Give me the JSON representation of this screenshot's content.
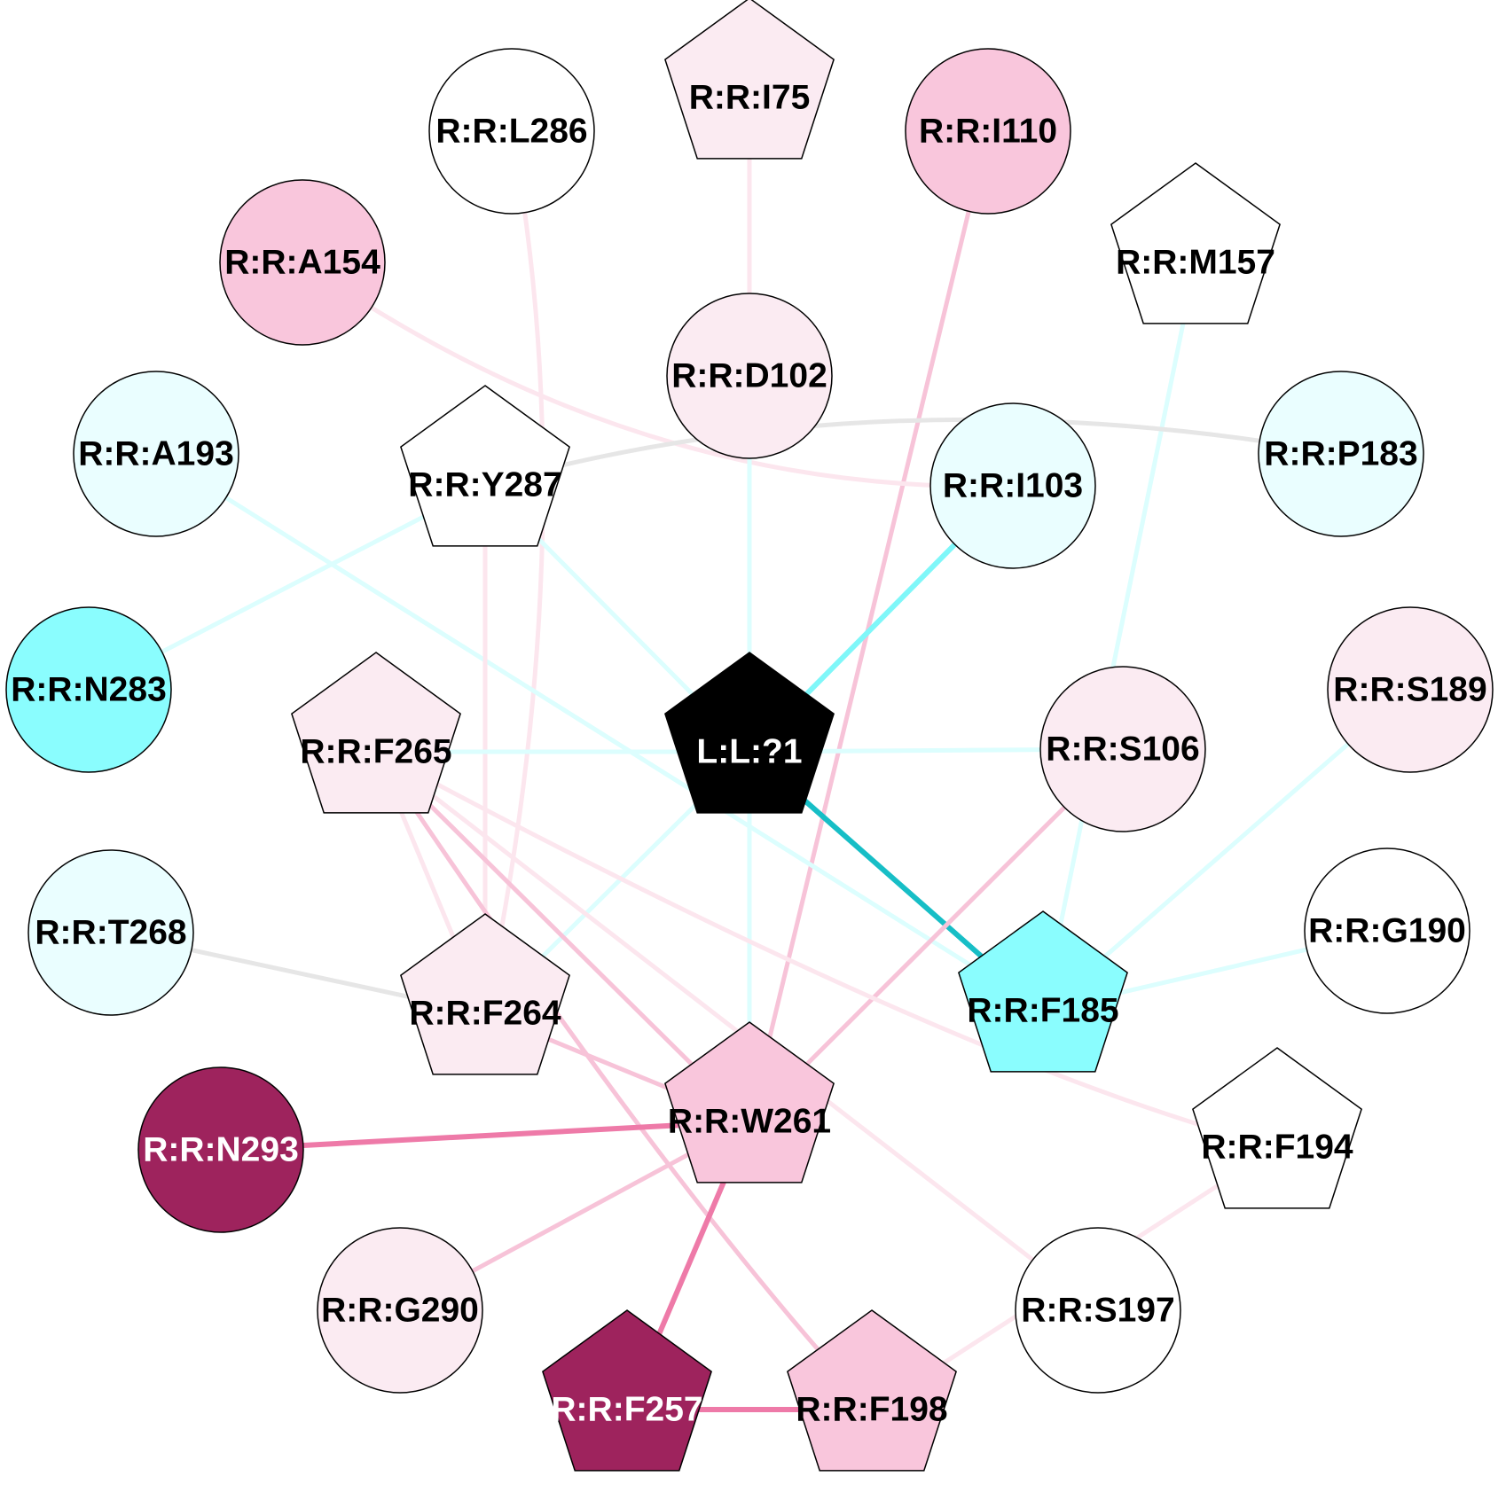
{
  "colors": {
    "white": "#ffffff",
    "pale_pink": "#fbebf2",
    "pink": "#f9c6dc",
    "dark_magenta": "#9e235d",
    "pale_cyan": "#eafeff",
    "cyan": "#8afdfe",
    "black": "#000000",
    "edge_grey": "#e6e6e6",
    "edge_pale_pink": "#fce6ee",
    "edge_pink": "#f7c3d8",
    "edge_hot_pink": "#ee7aa8",
    "edge_pale_cyan": "#dcfefe",
    "edge_cyan": "#7ff7f9",
    "edge_teal": "#17bec6"
  },
  "nodes": [
    {
      "id": "I75",
      "label": "R:R:I75",
      "shape": "pentagon",
      "fill": "pale_pink"
    },
    {
      "id": "L286",
      "label": "R:R:L286",
      "shape": "circle",
      "fill": "white"
    },
    {
      "id": "I110",
      "label": "R:R:I110",
      "shape": "circle",
      "fill": "pink"
    },
    {
      "id": "A154",
      "label": "R:R:A154",
      "shape": "circle",
      "fill": "pink"
    },
    {
      "id": "M157",
      "label": "R:R:M157",
      "shape": "pentagon",
      "fill": "white"
    },
    {
      "id": "D102",
      "label": "R:R:D102",
      "shape": "circle",
      "fill": "pale_pink"
    },
    {
      "id": "A193",
      "label": "R:R:A193",
      "shape": "circle",
      "fill": "pale_cyan"
    },
    {
      "id": "Y287",
      "label": "R:R:Y287",
      "shape": "pentagon",
      "fill": "white"
    },
    {
      "id": "I103",
      "label": "R:R:I103",
      "shape": "circle",
      "fill": "pale_cyan"
    },
    {
      "id": "P183",
      "label": "R:R:P183",
      "shape": "circle",
      "fill": "pale_cyan"
    },
    {
      "id": "N283",
      "label": "R:R:N283",
      "shape": "circle",
      "fill": "cyan"
    },
    {
      "id": "S189",
      "label": "R:R:S189",
      "shape": "circle",
      "fill": "pale_pink"
    },
    {
      "id": "F265",
      "label": "R:R:F265",
      "shape": "pentagon",
      "fill": "pale_pink"
    },
    {
      "id": "L1",
      "label": "L:L:?1",
      "shape": "pentagon",
      "fill": "black",
      "text_color": "white"
    },
    {
      "id": "S106",
      "label": "R:R:S106",
      "shape": "circle",
      "fill": "pale_pink"
    },
    {
      "id": "T268",
      "label": "R:R:T268",
      "shape": "circle",
      "fill": "pale_cyan"
    },
    {
      "id": "G190",
      "label": "R:R:G190",
      "shape": "circle",
      "fill": "white"
    },
    {
      "id": "F264",
      "label": "R:R:F264",
      "shape": "pentagon",
      "fill": "pale_pink"
    },
    {
      "id": "F185",
      "label": "R:R:F185",
      "shape": "pentagon",
      "fill": "cyan"
    },
    {
      "id": "N293",
      "label": "R:R:N293",
      "shape": "circle",
      "fill": "dark_magenta",
      "text_color": "white"
    },
    {
      "id": "W261",
      "label": "R:R:W261",
      "shape": "pentagon",
      "fill": "pink"
    },
    {
      "id": "F194",
      "label": "R:R:F194",
      "shape": "pentagon",
      "fill": "white"
    },
    {
      "id": "G290",
      "label": "R:R:G290",
      "shape": "circle",
      "fill": "pale_pink"
    },
    {
      "id": "S197",
      "label": "R:R:S197",
      "shape": "circle",
      "fill": "white"
    },
    {
      "id": "F257",
      "label": "R:R:F257",
      "shape": "pentagon",
      "fill": "dark_magenta",
      "text_color": "white"
    },
    {
      "id": "F198",
      "label": "R:R:F198",
      "shape": "pentagon",
      "fill": "pink"
    }
  ],
  "edges": [
    {
      "source": "I75",
      "target": "D102",
      "color": "edge_pale_pink"
    },
    {
      "source": "L286",
      "target": "F264",
      "color": "edge_pale_pink"
    },
    {
      "source": "I110",
      "target": "W261",
      "color": "edge_pink"
    },
    {
      "source": "A154",
      "target": "I103",
      "color": "edge_pale_pink"
    },
    {
      "source": "M157",
      "target": "F185",
      "color": "edge_pale_cyan"
    },
    {
      "source": "D102",
      "target": "L1",
      "color": "edge_pale_cyan"
    },
    {
      "source": "A193",
      "target": "F185",
      "color": "edge_pale_cyan"
    },
    {
      "source": "Y287",
      "target": "P183",
      "color": "edge_grey"
    },
    {
      "source": "Y287",
      "target": "L1",
      "color": "edge_pale_cyan"
    },
    {
      "source": "Y287",
      "target": "N283",
      "color": "edge_pale_cyan"
    },
    {
      "source": "Y287",
      "target": "F264",
      "color": "edge_pale_pink"
    },
    {
      "source": "I103",
      "target": "L1",
      "color": "edge_cyan"
    },
    {
      "source": "F265",
      "target": "L1",
      "color": "edge_pale_cyan"
    },
    {
      "source": "L1",
      "target": "S106",
      "color": "edge_pale_cyan"
    },
    {
      "source": "L1",
      "target": "F185",
      "color": "edge_teal"
    },
    {
      "source": "L1",
      "target": "F264",
      "color": "edge_pale_cyan"
    },
    {
      "source": "L1",
      "target": "W261",
      "color": "edge_pale_cyan"
    },
    {
      "source": "S189",
      "target": "F185",
      "color": "edge_pale_cyan"
    },
    {
      "source": "G190",
      "target": "F185",
      "color": "edge_pale_cyan"
    },
    {
      "source": "S106",
      "target": "W261",
      "color": "edge_pink"
    },
    {
      "source": "T268",
      "target": "F264",
      "color": "edge_grey"
    },
    {
      "source": "F265",
      "target": "F264",
      "color": "edge_pale_pink"
    },
    {
      "source": "F265",
      "target": "W261",
      "color": "edge_pink"
    },
    {
      "source": "F265",
      "target": "F198",
      "color": "edge_pink"
    },
    {
      "source": "F265",
      "target": "F194",
      "color": "edge_pale_pink"
    },
    {
      "source": "F265",
      "target": "S197",
      "color": "edge_pale_pink"
    },
    {
      "source": "F264",
      "target": "W261",
      "color": "edge_pink"
    },
    {
      "source": "N293",
      "target": "W261",
      "color": "edge_hot_pink"
    },
    {
      "source": "W261",
      "target": "G290",
      "color": "edge_pink"
    },
    {
      "source": "W261",
      "target": "F257",
      "color": "edge_hot_pink"
    },
    {
      "source": "F257",
      "target": "F198",
      "color": "edge_hot_pink"
    },
    {
      "source": "F194",
      "target": "F198",
      "color": "edge_pale_pink"
    }
  ]
}
